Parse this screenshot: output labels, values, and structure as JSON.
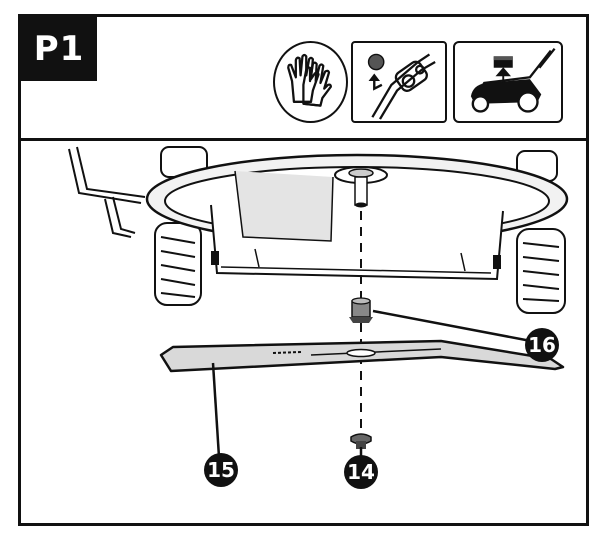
{
  "header": {
    "step_badge": "P1",
    "icons": [
      "gloves-icon",
      "remove-safety-key-icon",
      "disconnect-battery-icon"
    ]
  },
  "callouts": {
    "blade": "15",
    "bolt": "14",
    "adapter": "16"
  },
  "colors": {
    "ink": "#111111",
    "blade_fill": "#d9d9d9",
    "deck_fill": "#f2f2f2"
  }
}
